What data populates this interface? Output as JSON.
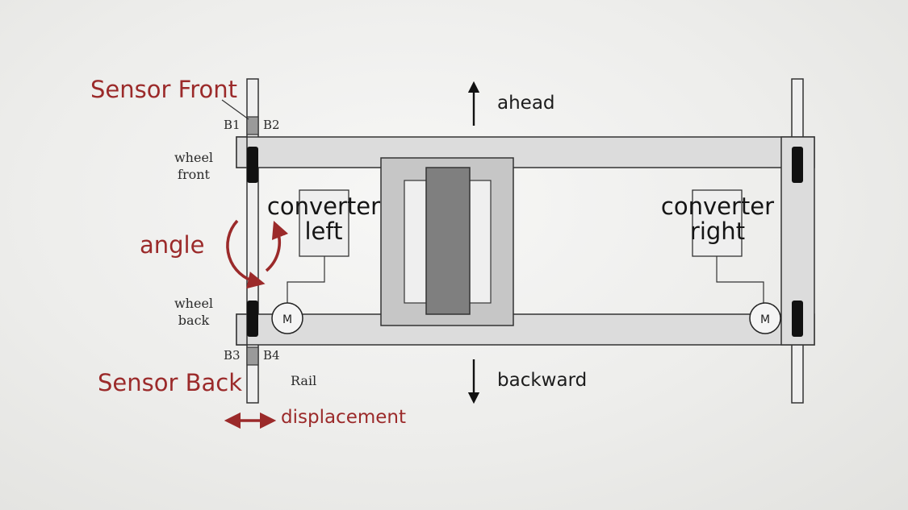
{
  "labels": {
    "sensor_front": "Sensor Front",
    "sensor_back": "Sensor Back",
    "angle": "angle",
    "displacement": "displacement",
    "ahead": "ahead",
    "backward": "backward",
    "converter_left": [
      "converter",
      "left"
    ],
    "converter_right": [
      "converter",
      "right"
    ],
    "wheel_front": [
      "wheel",
      "front"
    ],
    "wheel_back": [
      "wheel",
      "back"
    ],
    "rail": "Rail",
    "b1": "B1",
    "b2": "B2",
    "b3": "B3",
    "b4": "B4",
    "motor": "M"
  },
  "colors": {
    "accent_red": "#9b2a2a",
    "frame_fill": "#dcdcdc",
    "frame_stroke": "#333333",
    "core_fill": "#7f7f7f",
    "core_frame_fill": "#c6c6c6"
  }
}
